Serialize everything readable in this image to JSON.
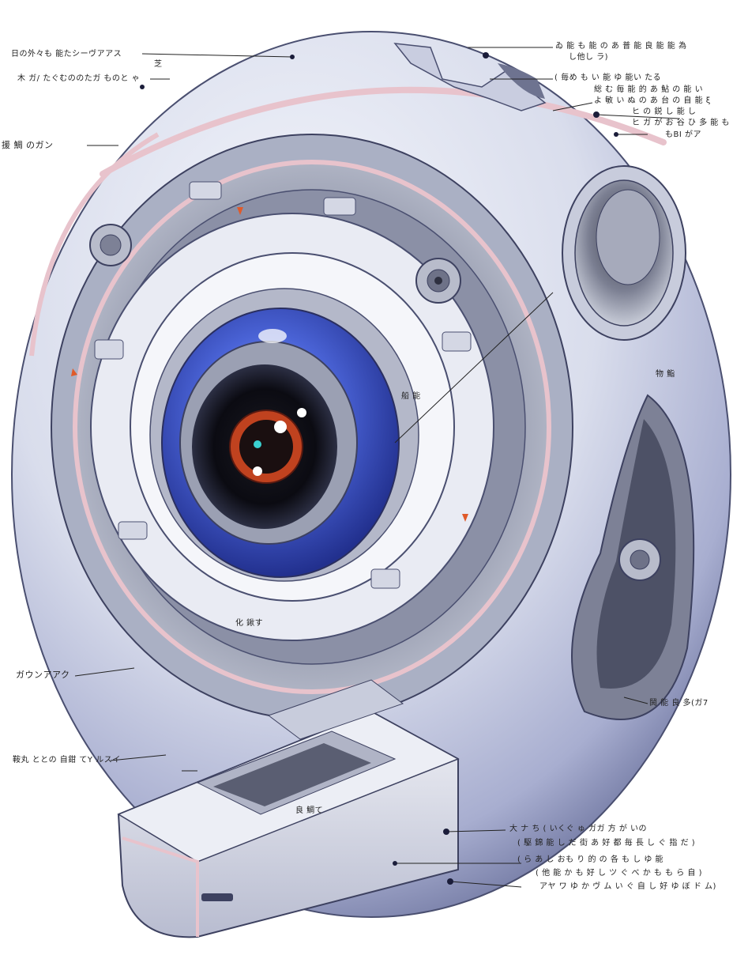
{
  "labels": {
    "top_left_1": "日の外々も 能たシーヴアアス",
    "top_left_2": "木 ガ/ たぐむののたガ ものと ゃ",
    "top_left_3": "芝",
    "left_mid": "援 鯛 のガン",
    "left_low": "ガウンアアク",
    "left_bottom": "鞍丸 ととの 自鉗 てY ルスイ",
    "top_right_1": "ゐ 能 も 能 の あ 普 能 良 能 能 為",
    "top_right_2": "し他し ラ)",
    "top_right_3": "( 毎め も い 能 ゆ 能い たる",
    "top_right_4": "総 む 毎 能 的 あ 鮎 の 能 い",
    "top_right_5": "よ 敏 い ぬ の あ 台 の 自 能 ξ",
    "top_right_6": "ヒ の 鋭 し 能 し",
    "top_right_7": "ヒ ガ が お 谷 ひ 多 能 も 能",
    "top_right_8": "もBI がア",
    "right_mid": "物 鮨",
    "inner_a": "船 能",
    "inner_b": "化 鍬す",
    "right_low": "鬨 能 良 多(ガ7",
    "base_label": "良 鯛て",
    "bottom_right_1": "大 ナ ち ( いくぐ ゅ ガガ 方 が いの",
    "bottom_right_2": "( 駆 錦 能 し だ 街 あ 好 都 毎 長 し ぐ 指 だ )",
    "bottom_right_3": "( ら あ し おも り 的 の 各 も し ゆ 能",
    "bottom_right_4": "( 他 能 か も 好 し ツ ぐ べ か も も ら 自 )",
    "bottom_right_5": "アヤ ワ ゆ か ヴ ム い ぐ 自 し 好 ゆ ぼ ド ム)"
  },
  "colors": {
    "shell": "#dfe3f0",
    "shell_shadow": "#7f86a8",
    "trim": "#e8c3cc",
    "iris_blue": "#3a55c8",
    "pupil_red": "#c0421f",
    "accent_cyan": "#3ad0d0"
  },
  "icons": {
    "main_eye": "camera-lens-icon",
    "side_port": "speaker-port-icon",
    "hinge_bolt": "bolt-icon"
  }
}
